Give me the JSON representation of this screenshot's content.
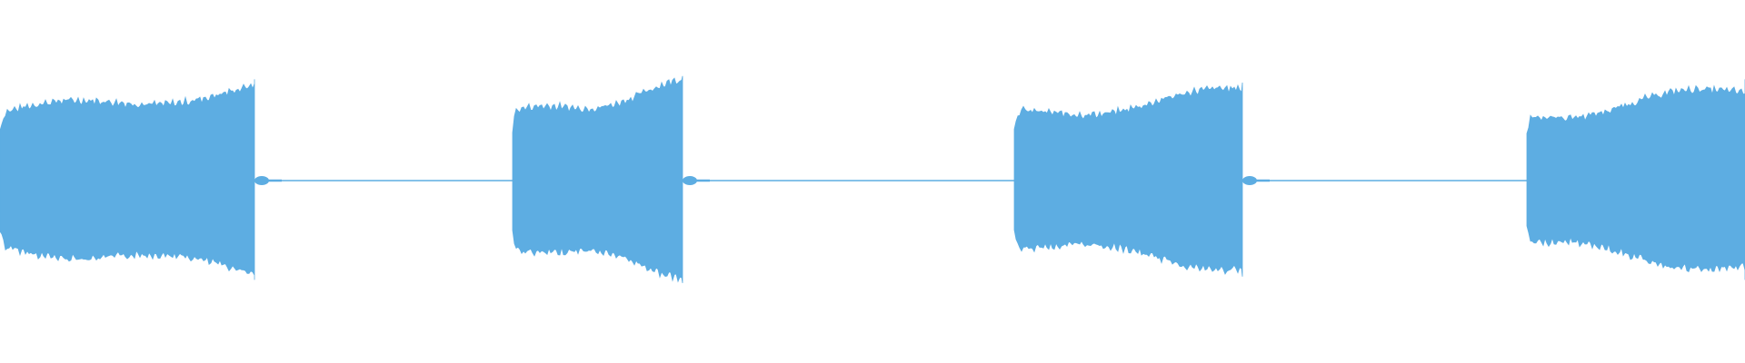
{
  "waveform": {
    "color": "#5dade2",
    "background": "#ffffff",
    "bursts": [
      {
        "index": 1,
        "start": 0.0,
        "end": 0.146,
        "amplitude_start": 0.41,
        "amplitude_end": 0.56,
        "peak": 0.62
      },
      {
        "index": 2,
        "start": 0.294,
        "end": 0.391,
        "amplitude_start": 0.39,
        "amplitude_end": 0.58,
        "peak": 0.64
      },
      {
        "index": 3,
        "start": 0.581,
        "end": 0.712,
        "amplitude_start": 0.39,
        "amplitude_end": 0.54,
        "peak": 0.6
      },
      {
        "index": 4,
        "start": 0.875,
        "end": 1.0,
        "amplitude_start": 0.39,
        "amplitude_end": 0.56,
        "peak": 0.62
      }
    ],
    "silence_level": 0.01
  }
}
